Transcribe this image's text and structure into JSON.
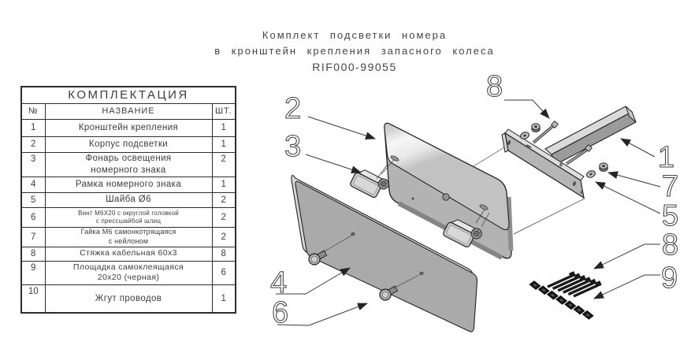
{
  "title": {
    "line1": "Комплект подсветки номера",
    "line2": "в кронштейн крепления запасного колеса",
    "part_number": "RIF000-99055"
  },
  "parts_table": {
    "title": "КОМПЛЕКТАЦИЯ",
    "columns": {
      "num": "№",
      "name": "НАЗВАНИЕ",
      "qty": "ШТ."
    },
    "rows": [
      {
        "num": "1",
        "name": "Кронштейн крепления",
        "qty": "1"
      },
      {
        "num": "2",
        "name": "Корпус подсветки",
        "qty": "1"
      },
      {
        "num": "3",
        "name": "Фонарь освещения\nномерного знака",
        "qty": "2"
      },
      {
        "num": "4",
        "name": "Рамка номерного знака",
        "qty": "1"
      },
      {
        "num": "5",
        "name": "Шайба Ø6",
        "qty": "2"
      },
      {
        "num": "6",
        "name": "Винт М6Х20 с округлой головкой\nс прессшайбой шлиц",
        "qty": "2"
      },
      {
        "num": "7",
        "name": "Гайка М6 самонкотрящаяся\nс нейлоном",
        "qty": "2"
      },
      {
        "num": "8",
        "name": "Стяжка кабельная 60х3",
        "qty": "8"
      },
      {
        "num": "9",
        "name": "Площадка самоклеящаяся\n20х20 (черная)",
        "qty": "6"
      },
      {
        "num": "10",
        "name": "Жгут проводов",
        "qty": "1"
      }
    ]
  },
  "diagram": {
    "callouts": {
      "c1": "1",
      "c2": "2",
      "c3": "3",
      "c4": "4",
      "c5": "5",
      "c6": "6",
      "c7": "7",
      "c8_top": "8",
      "c8_bottom": "8",
      "c9": "9"
    }
  },
  "colors": {
    "background": "#ffffff",
    "line": "#2d2d2d",
    "text": "#3c3c3c",
    "fill_light": "#e9e9e9",
    "fill_mid": "#b3b3b3",
    "fill_dark": "#8d8d8d",
    "fill_black": "#171717"
  }
}
